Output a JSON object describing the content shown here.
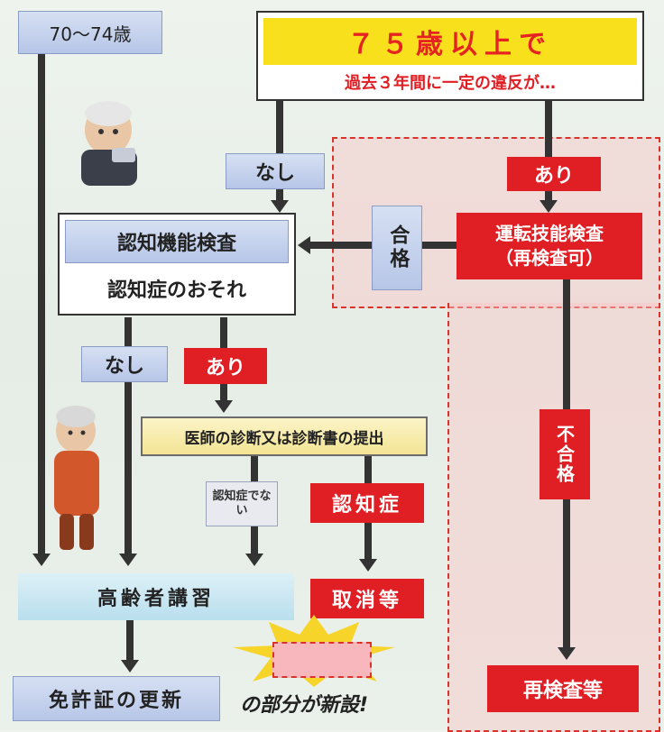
{
  "boxes": {
    "age_70_74": "70〜74歳",
    "age_75_title": "７５歳以上で",
    "age_75_sub": "過去３年間に一定の違反が…",
    "nashi_1": "なし",
    "ari_1": "あり",
    "goukaku": "合格",
    "ninchi_kensa": "認知機能検査",
    "ninchi_osore": "認知症のおそれ",
    "unten_kensa_1": "運転技能検査",
    "unten_kensa_2": "（再検査可）",
    "nashi_2": "なし",
    "ari_2": "あり",
    "ishi": "医師の診断又は診断書の提出",
    "ninchi_denai": "認知症でない",
    "ninchisho": "認知症",
    "fugoukaku": "不合格",
    "koureisha": "高齢者講習",
    "torikeshi": "取消等",
    "menkyo": "免許証の更新",
    "saikensa": "再検査等",
    "shinsetsu": "の部分が新設!"
  },
  "colors": {
    "red": "#e01f25",
    "yellow": "#f8e11c",
    "blue": "#b7c6e8",
    "light_blue": "#b9dfee",
    "cream": "#f3e493",
    "zone": "#f8c4c4"
  }
}
